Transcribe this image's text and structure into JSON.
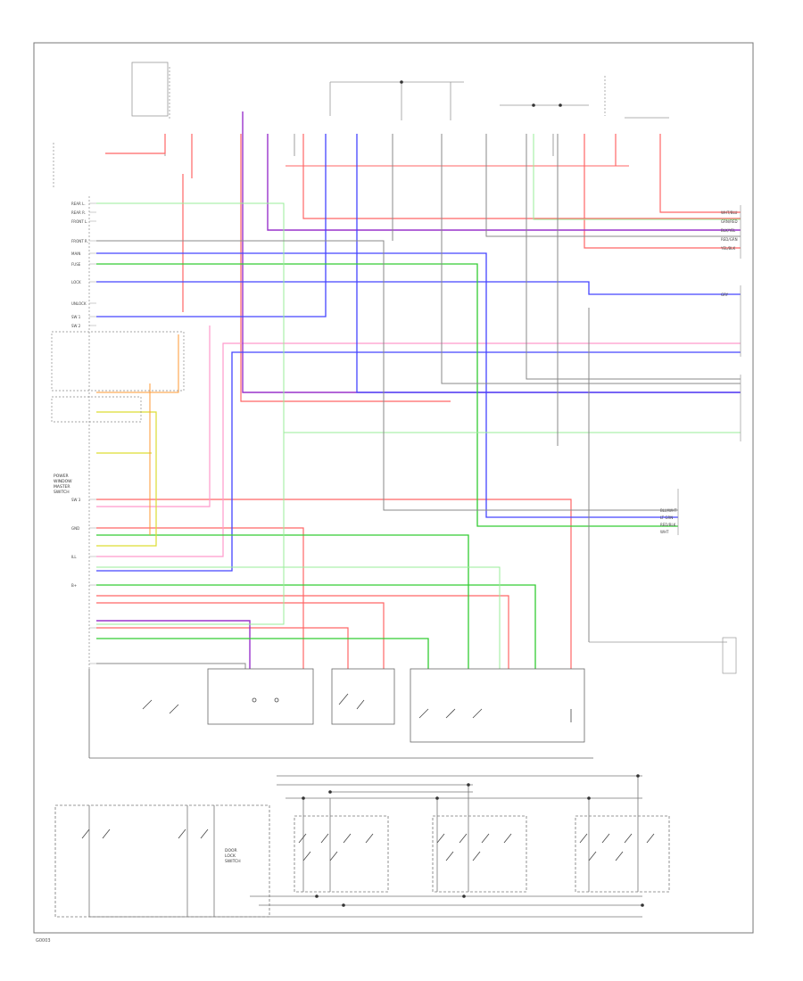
{
  "labels": {
    "left_stack": [
      "REAR L.",
      "REAR R.",
      "FRONT L.",
      "FRONT R.",
      "MAIN",
      "FUSE",
      "LOCK",
      "UNLOCK",
      "SW 1",
      "SW 2",
      "SW 3",
      "GND",
      "ILL",
      "B+"
    ],
    "left_desc": [
      "POWER",
      "WINDOW",
      "MASTER",
      "SWITCH"
    ],
    "bottom_left_group": [
      "DOOR",
      "LOCK",
      "SWITCH"
    ],
    "right_stack": [
      "WHT/BLU",
      "GRN/RED",
      "BLK/YEL",
      "RED/GRN",
      "YEL/BLK",
      "GRY"
    ],
    "right_mid": [
      "BLU/WHT",
      "LT GRN",
      "RED/BLK",
      "WHT"
    ],
    "footer_code": "G0003"
  },
  "colors": {
    "red": "#ff6666",
    "pink": "#ff99cc",
    "purple": "#9933cc",
    "blue": "#4444ff",
    "green": "#33cc33",
    "lightgreen": "#99ee99",
    "yellow": "#dddd33",
    "gray": "#888888",
    "black": "#333333",
    "orange": "#ff9933"
  }
}
